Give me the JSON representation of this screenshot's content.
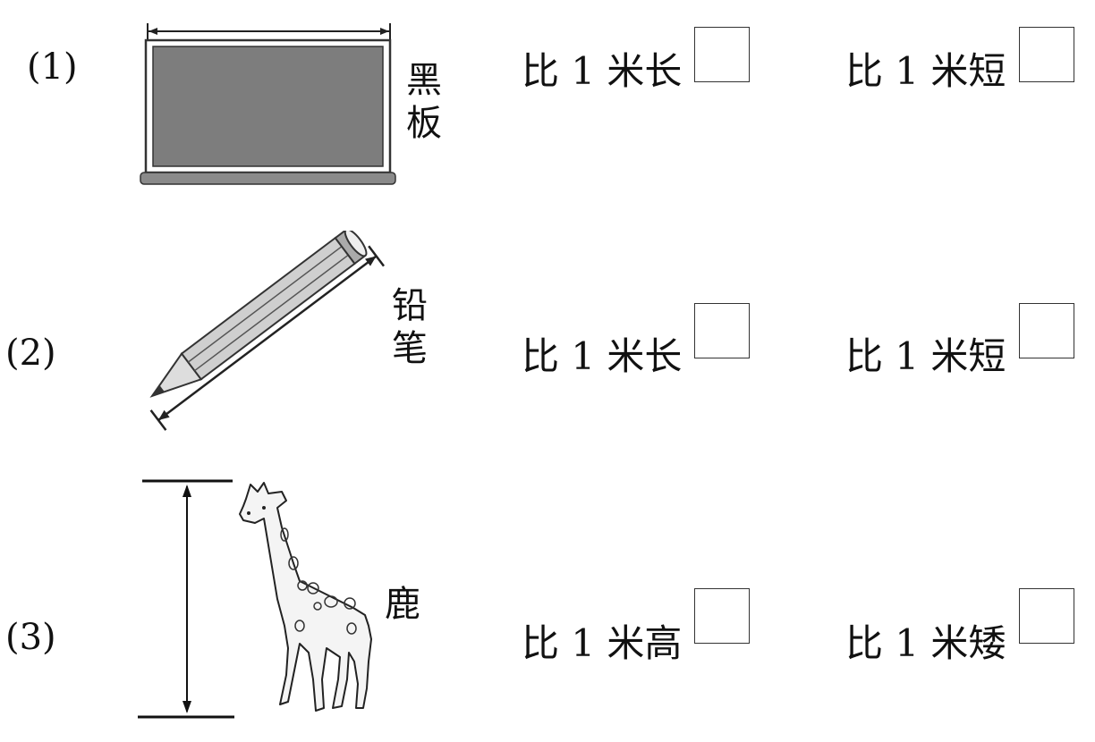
{
  "questions": [
    {
      "number": "(1)",
      "object_label": [
        "黑",
        "板"
      ],
      "option_a": "比 1 米长",
      "option_b": "比 1 米短"
    },
    {
      "number": "(2)",
      "object_label": [
        "铅",
        "笔"
      ],
      "option_a": "比 1 米长",
      "option_b": "比 1 米短"
    },
    {
      "number": "(3)",
      "object_label": [
        "鹿"
      ],
      "option_a": "比 1 米高",
      "option_b": "比 1 米矮"
    }
  ]
}
